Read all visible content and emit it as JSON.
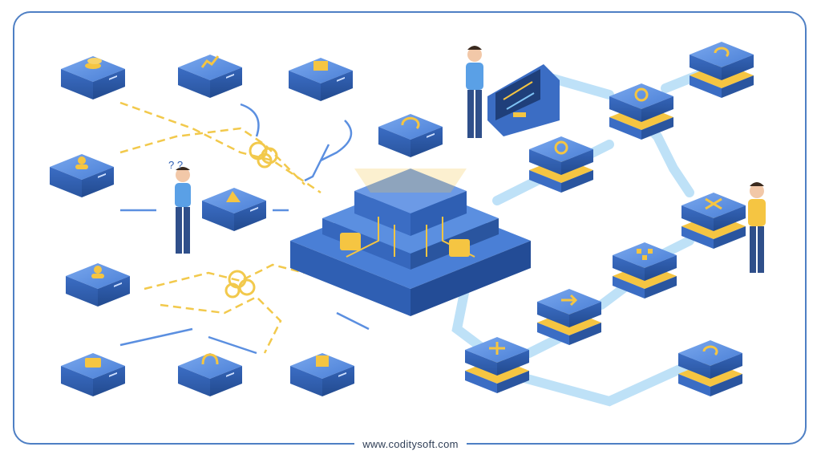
{
  "footer": {
    "url": "www.coditysoft.com"
  },
  "colors": {
    "frame": "#4e7fc4",
    "block_top": "#5b8fe0",
    "block_side": "#2f5fb3",
    "accent_yellow": "#f5c542",
    "pipe": "#a9d6f5",
    "tangle_line": "#f2c94c"
  },
  "scene": {
    "left_blocks": [
      {
        "icon": "coins-icon"
      },
      {
        "icon": "growth-chart-icon"
      },
      {
        "icon": "box-icon"
      },
      {
        "icon": "user-icon"
      },
      {
        "icon": "mountain-flag-icon"
      },
      {
        "icon": "user-icon"
      },
      {
        "icon": "id-card-icon"
      },
      {
        "icon": "headset-icon"
      },
      {
        "icon": "document-icon"
      }
    ],
    "right_blocks": [
      {
        "icon": "sync-icon"
      },
      {
        "icon": "gears-icon"
      },
      {
        "icon": "gears-icon"
      },
      {
        "icon": "shuffle-icon"
      },
      {
        "icon": "flowchart-icon"
      },
      {
        "icon": "arrows-icon"
      },
      {
        "icon": "split-arrows-icon"
      },
      {
        "icon": "sync-icon"
      }
    ],
    "central_hub": {
      "icon": "cycle-icon"
    },
    "people": [
      "confused-person",
      "operator-person",
      "analyst-person"
    ]
  }
}
